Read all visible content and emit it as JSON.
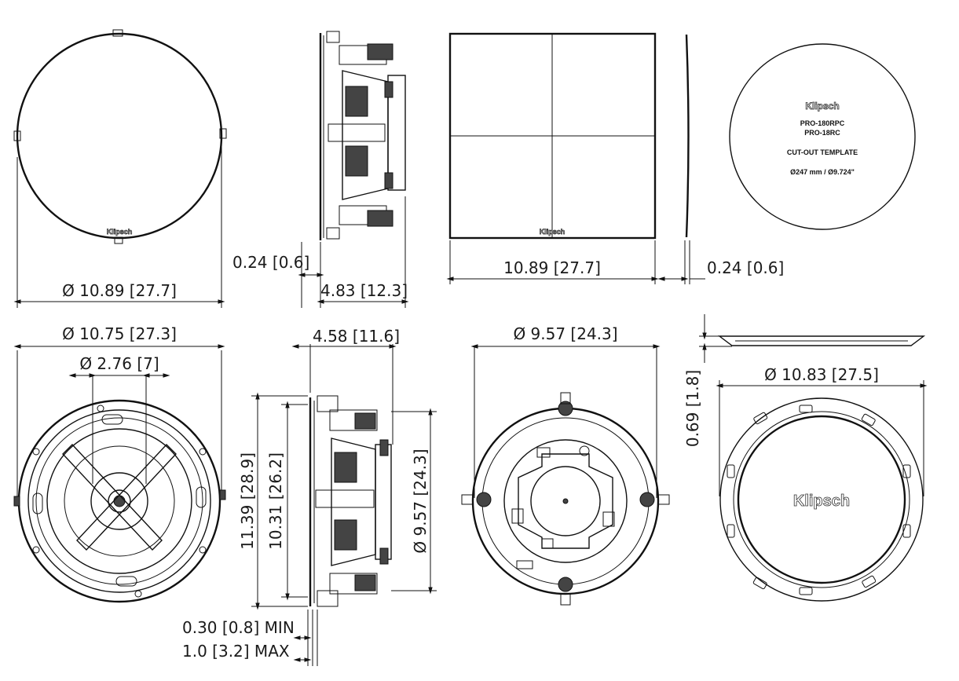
{
  "views": {
    "front_grille": {
      "logo_text": "Klipsch",
      "dims": {
        "diameter": "Ø 10.89 [27.7]"
      }
    },
    "side_section": {
      "dims": {
        "flange": "0.24 [0.6]",
        "depth": "4.83 [12.3]"
      }
    },
    "square_grille": {
      "logo_text": "Klipsch",
      "dims": {
        "width": "10.89 [27.7]",
        "thickness": "0.24 [0.6]"
      }
    },
    "template": {
      "logo_text": "Klipsch",
      "model_1": "PRO-180RPC",
      "model_2": "PRO-18RC",
      "title": "CUT-OUT TEMPLATE",
      "size": "Ø247 mm / Ø9.724\""
    },
    "front_no_grille": {
      "dims": {
        "outer_diameter": "Ø 10.75 [27.3]",
        "tweeter": "Ø 2.76 [7]"
      }
    },
    "side_detail": {
      "dims": {
        "depth": "4.58 [11.6]",
        "height_outer": "11.39 [28.9]",
        "height_inner": "10.31 [26.2]",
        "cutout": "Ø 9.57 [24.3]",
        "min_wall": "0.30 [0.8] MIN",
        "max_wall": "1.0 [3.2] MAX"
      }
    },
    "back_view": {
      "dims": {
        "diameter": "Ø 9.57 [24.3]"
      }
    },
    "trim_ring": {
      "logo_text": "Klipsch",
      "dims": {
        "height": "0.69 [1.8]",
        "diameter": "Ø 10.83 [27.5]"
      }
    }
  }
}
